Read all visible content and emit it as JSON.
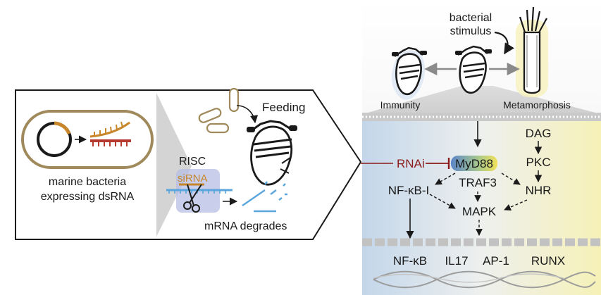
{
  "top_labels": {
    "stimulus_line1": "bacterial",
    "stimulus_line2": "stimulus",
    "immunity": "Immunity",
    "metamorphosis": "Metamorphosis"
  },
  "inset": {
    "feeding": "Feeding",
    "risc": "RISC",
    "sirna": "siRNA",
    "bacteria_line1": "marine bacteria",
    "bacteria_line2": "expressing dsRNA",
    "mrna_degrades": "mRNA degrades"
  },
  "pathway": {
    "rnai": "RNAi",
    "myd88": "MyD88",
    "traf3": "TRAF3",
    "dag": "DAG",
    "pkc": "PKC",
    "nhr": "NHR",
    "nfkbi": "NF-κB-I",
    "mapk": "MAPK"
  },
  "nucleus": {
    "nfkb": "NF-κB",
    "il17": "IL17",
    "ap1": "AP-1",
    "runx": "RUNX"
  },
  "colors": {
    "rnai": "#8b1a1a",
    "sirna": "#c8862b",
    "capsule_border": "#a08a5c",
    "immunity_tint": "#b9cfe6",
    "metamorphosis_tint": "#f3eeb0",
    "risc_box": "#b7bfe3",
    "mrna_blue": "#5aa6dc"
  }
}
